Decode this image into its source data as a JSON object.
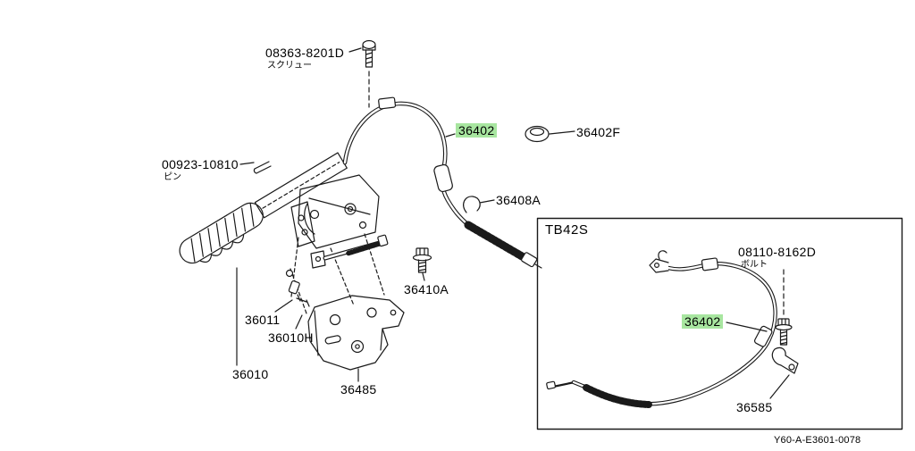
{
  "colors": {
    "highlight": "#a8e6a0"
  },
  "main_view": {
    "labels": {
      "screw": {
        "part": "08363-8201D",
        "note": "スクリュー"
      },
      "cable": {
        "part": "36402"
      },
      "cap": {
        "part": "36402F"
      },
      "pin": {
        "part": "00923-10810",
        "note": "ピン"
      },
      "clip": {
        "part": "36408A"
      },
      "bolt": {
        "part": "36410A"
      },
      "hardware": {
        "part": "36011"
      },
      "bracket": {
        "part": "36010H"
      },
      "lever": {
        "part": "36010"
      },
      "plate": {
        "part": "36485"
      }
    }
  },
  "inset_view": {
    "title": "TB42S",
    "labels": {
      "bolt": {
        "part": "08110-8162D",
        "note": "ボルト"
      },
      "cable": {
        "part": "36402"
      },
      "clamp": {
        "part": "36585"
      }
    }
  },
  "footer": {
    "code": "Y60-A-E3601-0078"
  }
}
